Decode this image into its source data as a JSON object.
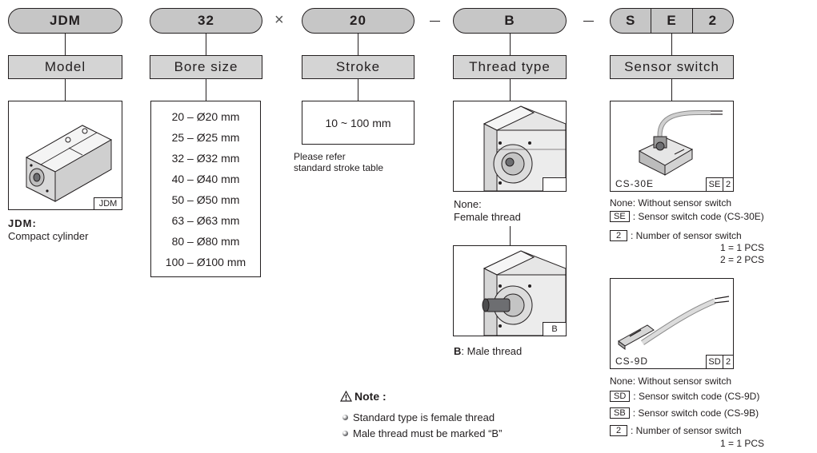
{
  "header": {
    "model_code": "JDM",
    "bore_code": "32",
    "times_sign": "×",
    "stroke_code": "20",
    "thread_code": "B",
    "sensor_codes": [
      "S",
      "E",
      "2"
    ]
  },
  "labels": {
    "model": "Model",
    "bore": "Bore size",
    "stroke": "Stroke",
    "thread": "Thread type",
    "sensor": "Sensor switch"
  },
  "model": {
    "tag": "JDM",
    "caption_title": "JDM:",
    "caption_text": "Compact cylinder"
  },
  "bore_sizes": [
    "20 – Ø20 mm",
    "25 – Ø25 mm",
    "32 – Ø32 mm",
    "40 – Ø40 mm",
    "50 – Ø50 mm",
    "63 – Ø63 mm",
    "80 – Ø80 mm",
    "100 – Ø100 mm"
  ],
  "stroke": {
    "range": "10 ~ 100 mm",
    "note_line1": "Please refer",
    "note_line2": "standard stroke table"
  },
  "thread": {
    "female_label": "None:",
    "female_text": "Female thread",
    "male_tag": "B",
    "male_label": "B",
    "male_text": ": Male thread"
  },
  "sensor_a": {
    "model": "CS-30E",
    "tag_code": "SE",
    "tag_count": "2",
    "none_text": "None: Without sensor switch",
    "code": "SE",
    "code_text": ": Sensor switch code (CS-30E)",
    "count_code": "2",
    "count_text": ": Number of sensor switch",
    "opt1": "1 = 1 PCS",
    "opt2": "2 = 2 PCS"
  },
  "sensor_b": {
    "model": "CS-9D",
    "tag_code": "SD",
    "tag_count": "2",
    "none_text": "None: Without sensor switch",
    "code1": "SD",
    "code1_text": ": Sensor switch code (CS-9D)",
    "code2": "SB",
    "code2_text": ": Sensor switch code (CS-9B)",
    "count_code": "2",
    "count_text": ": Number of sensor switch",
    "opt1": "1 = 1 PCS"
  },
  "note": {
    "title": "Note :",
    "items": [
      "Standard type is female thread",
      "Male thread must be marked “B”"
    ]
  }
}
